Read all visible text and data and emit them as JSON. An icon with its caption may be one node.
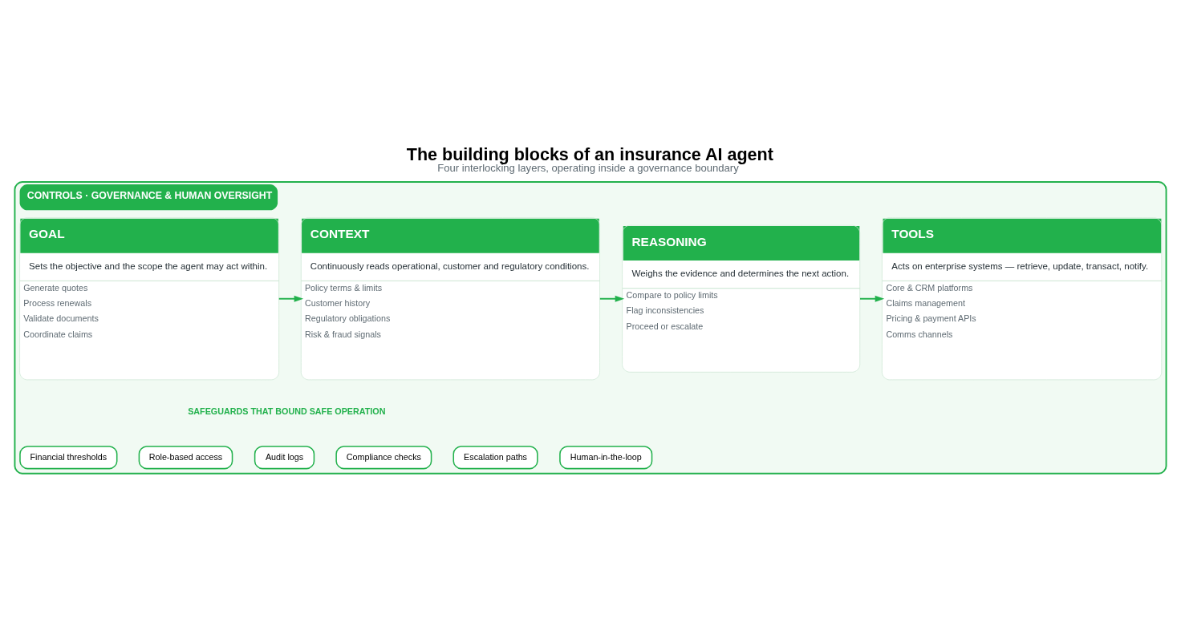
{
  "diagram": {
    "title": "The building blocks of an insurance AI agent",
    "caption": "Four interlocking layers, operating inside a governance boundary",
    "nodes": [
      {
        "text": [
          "CONTROLS · GOVERNANCE & HUMAN OVERSIGHT"
        ]
      },
      {
        "text": [
          "GOAL",
          "Sets the objective and the scope the agent may act within.",
          "Generate quotes",
          "Process renewals",
          "Validate documents",
          "Coordinate claims"
        ],
        "in": 0
      },
      {
        "text": [
          "CONTEXT",
          "Continuously reads operational, customer and regulatory conditions.",
          "Policy terms & limits",
          "Customer history",
          "Regulatory obligations",
          "Risk & fraud signals"
        ],
        "in": 0
      },
      {
        "text": [
          "REASONING",
          "Weighs the evidence and determines the next action.",
          "Compare to policy limits",
          "Flag inconsistencies",
          "Proceed or escalate"
        ],
        "in": 0
      },
      {
        "text": [
          "TOOLS",
          "Acts on enterprise systems — retrieve, update, transact, notify.",
          "Core & CRM platforms",
          "Claims management",
          "Pricing & payment APIs",
          "Comms channels"
        ],
        "in": 0
      },
      {
        "text": [
          "Financial thresholds"
        ],
        "in": 0
      },
      {
        "text": [
          "Role-based access"
        ],
        "in": 0
      },
      {
        "text": [
          "Audit logs"
        ],
        "in": 0
      },
      {
        "text": [
          "Compliance checks"
        ],
        "in": 0
      },
      {
        "text": [
          "Escalation paths"
        ],
        "in": 0
      },
      {
        "text": [
          "Human-in-the-loop"
        ],
        "in": 0
      }
    ],
    "edges": [
      {
        "from": 1,
        "to": 2,
        "arrow": "to"
      },
      {
        "from": 2,
        "to": 3,
        "arrow": "to"
      },
      {
        "from": 3,
        "to": 4,
        "arrow": "to"
      }
    ],
    "labels": [
      "SAFEGUARDS THAT BOUND SAFE OPERATION"
    ]
  }
}
